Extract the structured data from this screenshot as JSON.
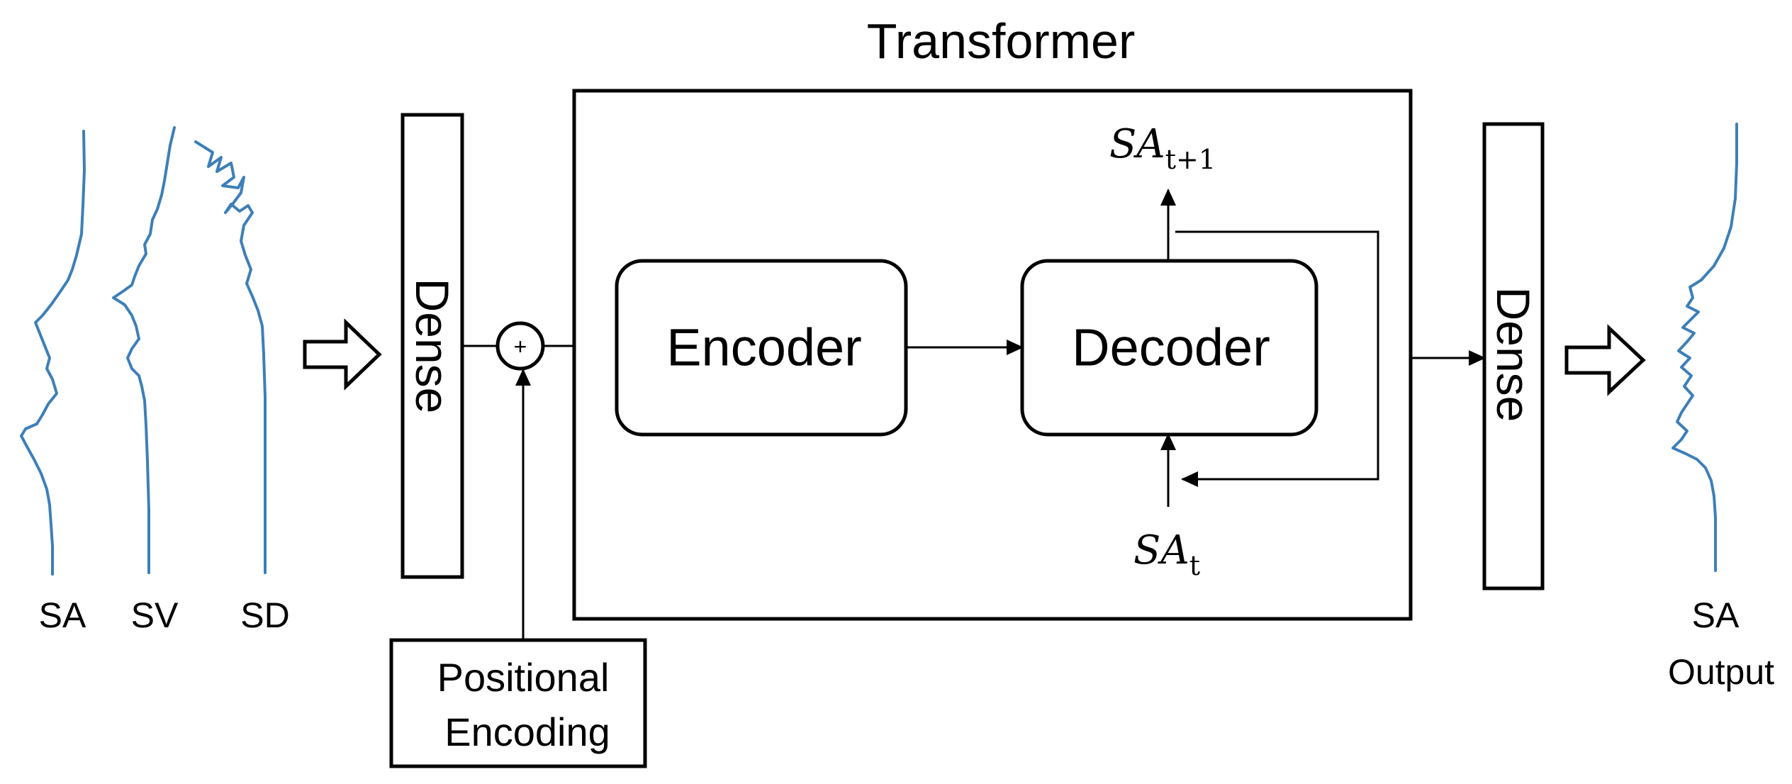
{
  "inputs": {
    "signal_a": "SA",
    "signal_b": "SV",
    "signal_c": "SD"
  },
  "dense_in_label": "Dense",
  "positional_encoding": {
    "line1": "Positional",
    "line2": "Encoding"
  },
  "add_symbol": "+",
  "transformer": {
    "title": "Transformer",
    "encoder_label": "Encoder",
    "decoder_label": "Decoder",
    "next_step": {
      "base": "SA",
      "sub": "t+1"
    },
    "current_step": {
      "base": "SA",
      "sub": "t"
    }
  },
  "dense_out_label": "Dense",
  "output": {
    "line1": "SA",
    "line2": "Output"
  },
  "colors": {
    "signal": "#3d7fb8",
    "lines": "#000000"
  }
}
